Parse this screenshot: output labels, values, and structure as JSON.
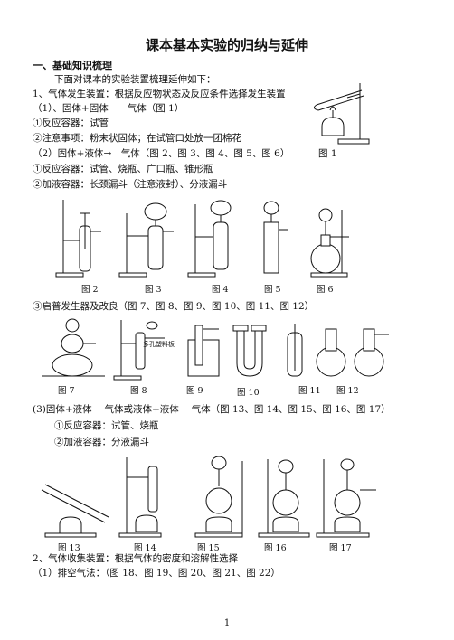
{
  "title": "课本基本实验的归纳与延伸",
  "section1": "一、基础知识梳理",
  "intro": "下面对课本的实验装置梳理延伸如下：",
  "p1": "1、气体发生装置：根据反应物状态及反应条件选择发生装置",
  "p1_1": "（1）、固体+固体　　气体（图 1）",
  "p1_1a": "①反应容器：试管",
  "p1_1b": "②注意事项：粉末状固体；在试管口处放一团棉花",
  "p1_2": "（2）固体+液体→　气体（图 2、图 3、图 4、图 5、图 6）",
  "fig1": "图 1",
  "p1_2a": "①反应容器：试管、烧瓶、广口瓶、锥形瓶",
  "p1_2b": "②加液容器：长颈漏斗（注意液封）、分液漏斗",
  "row1_caps": [
    "图 2",
    "图 3",
    "图 4",
    "图 5",
    "图 6"
  ],
  "p1_2c": "③启普发生器及改良（图 7、图 8、图 9、图 10、图 11、图 12）",
  "fig8_label": "多孔塑料板",
  "row2_caps": [
    "图 7",
    "图 8",
    "图 9",
    "图 10",
    "图 11",
    "图 12"
  ],
  "p1_3": "(3)固体+液体　 气体或液体+液体　 气体（图 13、图 14、图 15、图 16、图 17）",
  "p1_3a": "①反应容器：试管、烧瓶",
  "p1_3b": "②加液容器：分液漏斗",
  "row3_caps": [
    "图 13",
    "图 14",
    "图 15",
    "图 16",
    "图 17"
  ],
  "p2": "2、气体收集装置：根据气体的密度和溶解性选择",
  "p2_1": "（1）排空气法：（图 18、图 19、图 20、图 21、图 22）",
  "page_number": "1"
}
